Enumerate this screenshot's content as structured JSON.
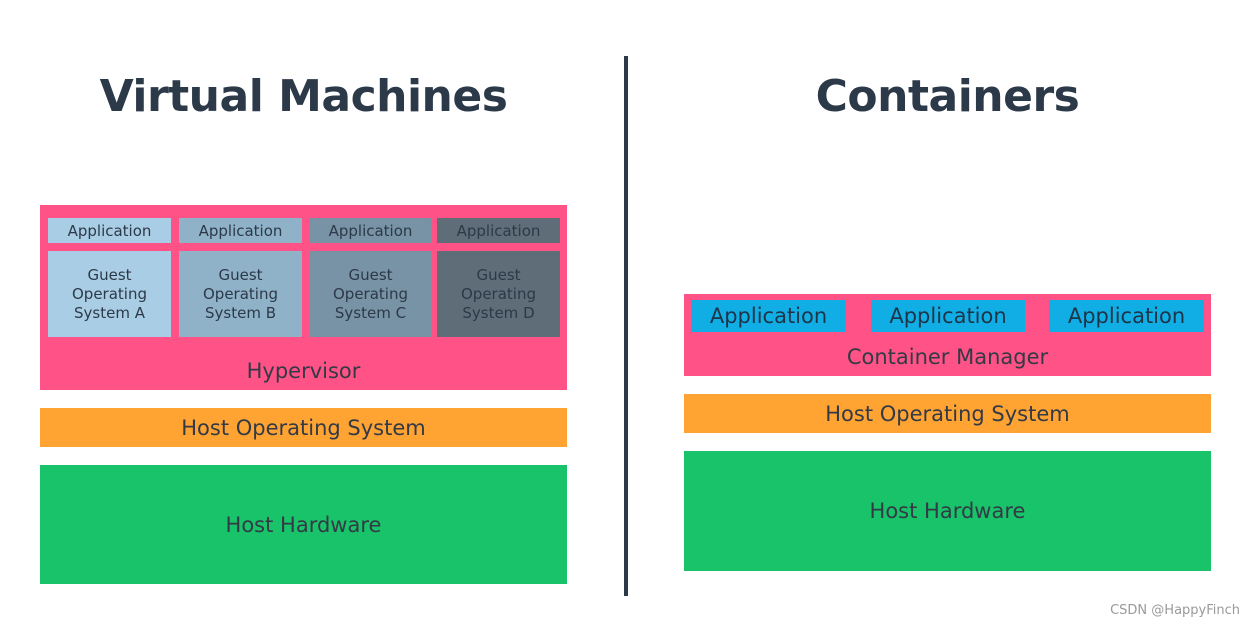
{
  "vm": {
    "title": "Virtual Machines",
    "apps": [
      {
        "label": "Application",
        "color": "#a9cde4"
      },
      {
        "label": "Application",
        "color": "#8fb2c9"
      },
      {
        "label": "Application",
        "color": "#7892a6"
      },
      {
        "label": "Application",
        "color": "#5e6d78"
      }
    ],
    "guests": [
      {
        "line1": "Guest",
        "line2": "Operating",
        "line3": "System A",
        "color": "#a9cde4"
      },
      {
        "line1": "Guest",
        "line2": "Operating",
        "line3": "System B",
        "color": "#8fb2c9"
      },
      {
        "line1": "Guest",
        "line2": "Operating",
        "line3": "System C",
        "color": "#7892a6"
      },
      {
        "line1": "Guest",
        "line2": "Operating",
        "line3": "System D",
        "color": "#5e6d78"
      }
    ],
    "hypervisor": "Hypervisor",
    "host_os": "Host Operating System",
    "host_hw": "Host Hardware"
  },
  "containers": {
    "title": "Containers",
    "apps": [
      "Application",
      "Application",
      "Application"
    ],
    "manager": "Container Manager",
    "host_os": "Host Operating System",
    "host_hw": "Host Hardware"
  },
  "colors": {
    "pink": "#ff5286",
    "orange": "#ffa333",
    "green": "#18c36a",
    "cyan": "#10aee5",
    "dark": "#2c3948"
  },
  "watermark": "CSDN @HappyFinch"
}
